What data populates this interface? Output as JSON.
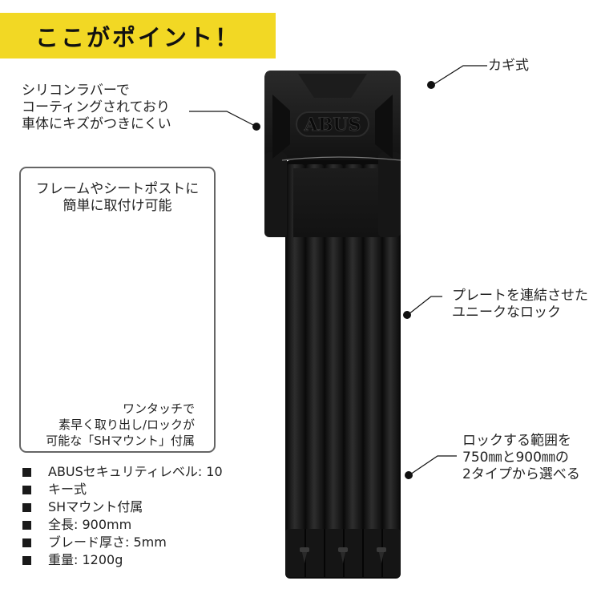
{
  "banner": {
    "title": "ここがポイント！",
    "background": "#f2d824"
  },
  "callouts": {
    "silicone": {
      "lines": [
        "シリコンラバーで",
        "コーティングされており",
        "車体にキズがつきにくい"
      ]
    },
    "key": {
      "lines": [
        "カギ式"
      ]
    },
    "plates": {
      "lines": [
        "プレートを連結させた",
        "ユニークなロック"
      ]
    },
    "range": {
      "lines": [
        "ロックする範囲を",
        "750㎜と900㎜の",
        "2タイプから選べる"
      ]
    }
  },
  "mount_box": {
    "title_lines": [
      "フレームやシートポストに",
      "簡単に取付け可能"
    ],
    "caption_lines": [
      "ワンタッチで",
      "素早く取り出し/ロックが",
      "可能な「SHマウント」付属"
    ]
  },
  "product": {
    "brand_logo": "ABUS"
  },
  "specs": [
    {
      "label": "ABUSセキュリティレベル: 10"
    },
    {
      "label": "キー式"
    },
    {
      "label": "SHマウント付属"
    },
    {
      "label": "全長: 900mm"
    },
    {
      "label": "ブレード厚さ: 5mm"
    },
    {
      "label": "重量: 1200g"
    }
  ]
}
